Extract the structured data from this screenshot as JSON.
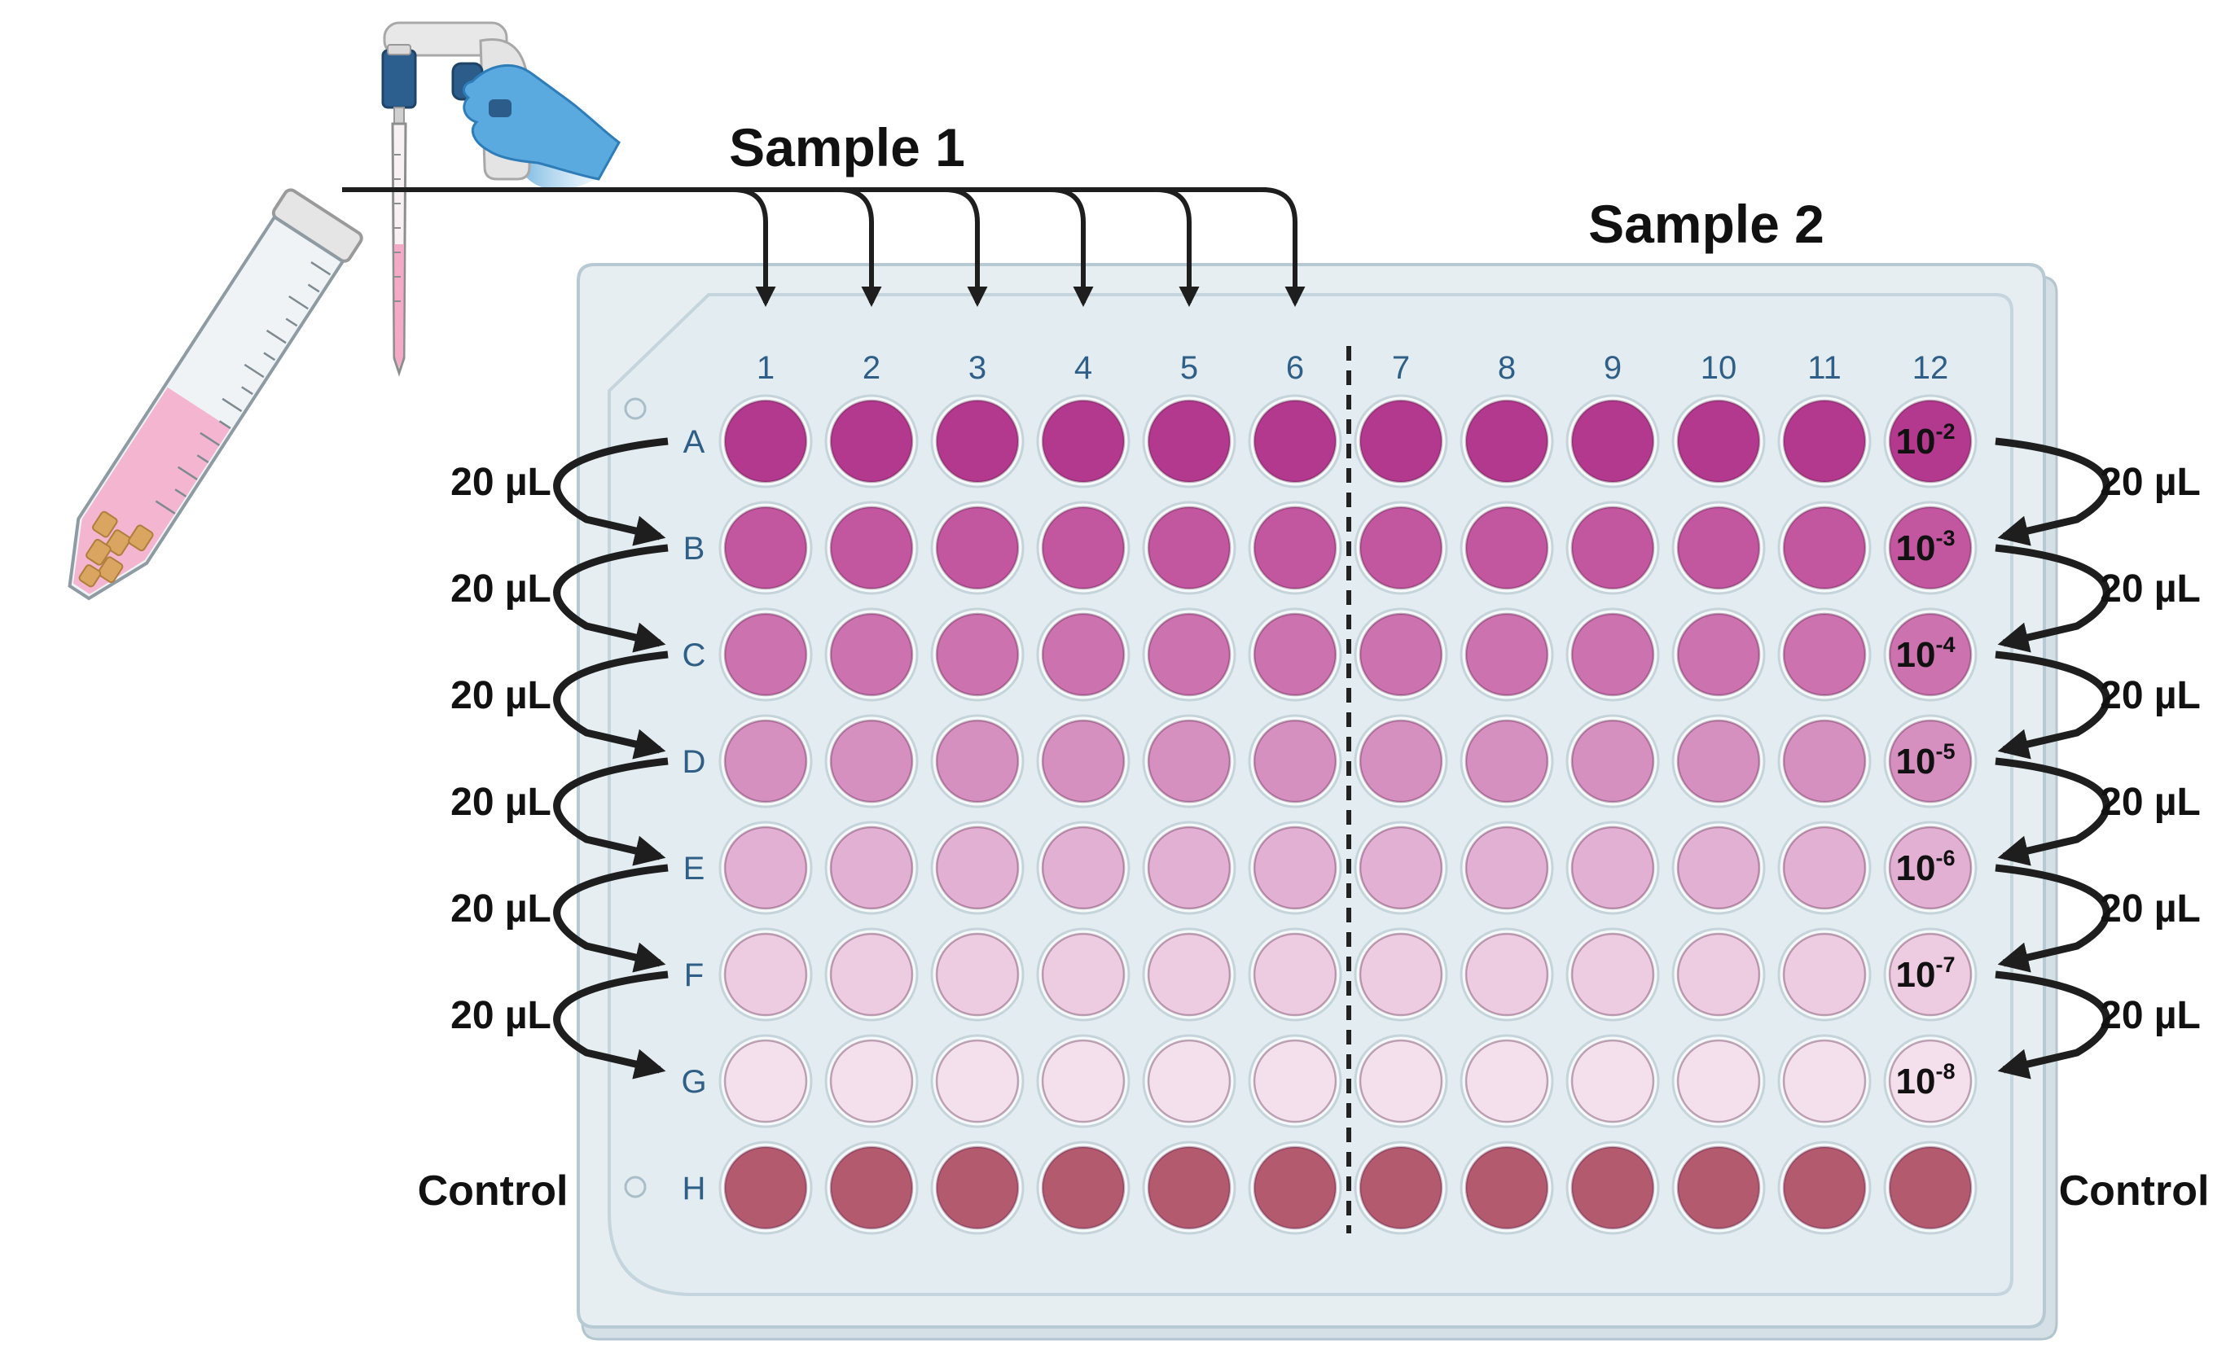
{
  "sample_labels": {
    "sample1": "Sample 1",
    "sample2": "Sample 2"
  },
  "plate": {
    "column_labels": [
      "1",
      "2",
      "3",
      "4",
      "5",
      "6",
      "7",
      "8",
      "9",
      "10",
      "11",
      "12"
    ],
    "row_labels": [
      "A",
      "B",
      "C",
      "D",
      "E",
      "F",
      "G",
      "H"
    ],
    "row_colors": [
      "#B3398E",
      "#C257A0",
      "#CB72AF",
      "#D690C0",
      "#E2B0D3",
      "#EDCCE2",
      "#F3E0EC",
      "#B35A6F"
    ],
    "dilution_base": "10",
    "dilution_exponents": [
      "-2",
      "-3",
      "-4",
      "-5",
      "-6",
      "-7",
      "-8"
    ]
  },
  "transfer": {
    "volume_label": "20 µL",
    "control_left": "Control",
    "control_right": "Control"
  },
  "colors": {
    "plate_fill": "#E6EEF2",
    "plate_stroke": "#B9CCD6",
    "label_blue": "#2F5F86",
    "arrow": "#1E1E1E",
    "glove": "#6DB1DE"
  }
}
